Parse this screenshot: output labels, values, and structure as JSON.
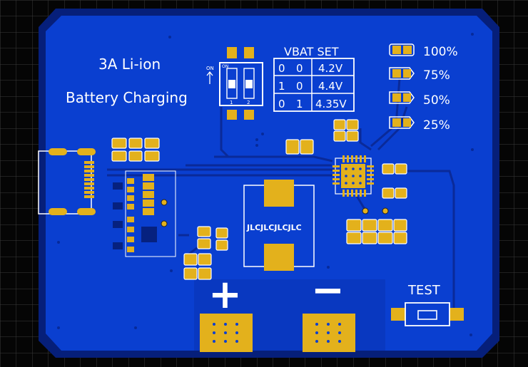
{
  "board": {
    "title_line1": "3A Li-ion",
    "title_line2": "Battery Charging",
    "vbat": {
      "heading": "VBAT SET",
      "rows": [
        {
          "b1": "0",
          "b2": "0",
          "value": "4.2V"
        },
        {
          "b1": "1",
          "b2": "0",
          "value": "4.4V"
        },
        {
          "b1": "0",
          "b2": "1",
          "value": "4.35V"
        }
      ]
    },
    "dip": {
      "on_label": "ON",
      "pin1": "1",
      "pin2": "2"
    },
    "leds": [
      "100%",
      "75%",
      "50%",
      "25%"
    ],
    "inductor_label": "JLCJLCJLCJLC",
    "plus_symbol": "+",
    "minus_symbol": "−",
    "test_label": "TEST"
  },
  "colors": {
    "board_blue": "#0a3fd0",
    "board_edge": "#061f7a",
    "copper_pad": "#e3b11c",
    "silkscreen": "#ffffff",
    "grid": "#3a3a3a"
  }
}
